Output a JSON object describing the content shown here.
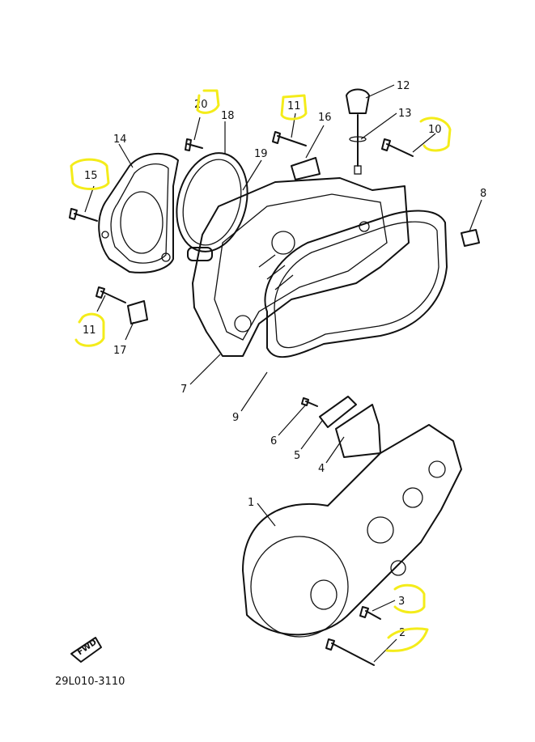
{
  "diagram": {
    "part_numbers": [
      "1",
      "2",
      "3",
      "4",
      "5",
      "6",
      "7",
      "8",
      "9",
      "10",
      "11",
      "11",
      "12",
      "13",
      "14",
      "15",
      "16",
      "17",
      "18",
      "19",
      "20"
    ],
    "fwd_label": "FWD",
    "catalog_code": "29L010-3110",
    "highlight_color": "#f4ec1a",
    "line_color": "#111111"
  }
}
